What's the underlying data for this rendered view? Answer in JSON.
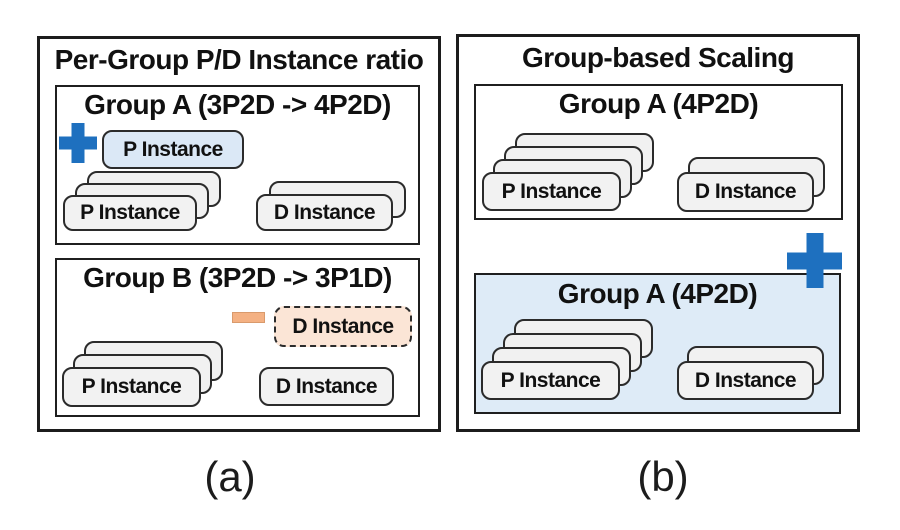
{
  "colors": {
    "accent_blue": "#1E70BF",
    "card_light_blue": "#DBE8F6",
    "group_light_blue_bg": "#DEEBF7",
    "minus_orange": "#F4B183",
    "card_light_orange": "#FBE5D6",
    "card_gray": "#F2F2F2",
    "border_dark": "#1c1c1c"
  },
  "panel_a": {
    "title": "Per-Group P/D Instance ratio",
    "caption": "(a)",
    "group_a": {
      "title": "Group A (3P2D -> 4P2D)",
      "added_p_label": "P Instance",
      "p_stack_label": "P Instance",
      "p_stack_count": 3,
      "d_stack_label": "D Instance",
      "d_stack_count": 2,
      "change_icon": "plus-icon"
    },
    "group_b": {
      "title": "Group B (3P2D -> 3P1D)",
      "removed_d_label": "D Instance",
      "p_stack_label": "P Instance",
      "p_stack_count": 3,
      "d_label": "D Instance",
      "d_count": 1,
      "change_icon": "minus-icon"
    }
  },
  "panel_b": {
    "title": "Group-based Scaling",
    "caption": "(b)",
    "change_icon": "plus-icon",
    "group_top": {
      "title": "Group A (4P2D)",
      "p_stack_label": "P Instance",
      "p_stack_count": 4,
      "d_stack_label": "D Instance",
      "d_stack_count": 2
    },
    "group_bottom": {
      "title": "Group A (4P2D)",
      "p_stack_label": "P Instance",
      "p_stack_count": 4,
      "d_stack_label": "D Instance",
      "d_stack_count": 2
    }
  }
}
